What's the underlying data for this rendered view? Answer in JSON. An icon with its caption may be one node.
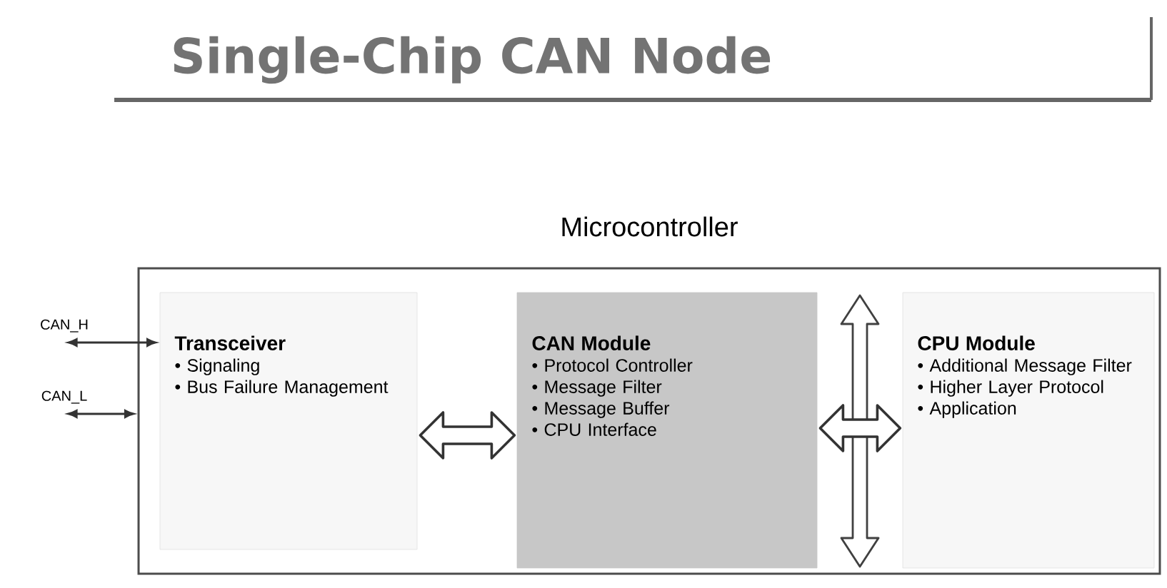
{
  "diagram": {
    "title": "Single-Chip CAN Node",
    "nodes": [
      {
        "text": [
          "Microcontroller"
        ]
      },
      {
        "text": [
          "Transceiver",
          "• Signaling",
          "• Bus Failure Management"
        ],
        "in": 0
      },
      {
        "text": [
          "CAN Module",
          "• Protocol Controller",
          "• Message Filter",
          "• Message Buffer",
          "• CPU Interface"
        ],
        "in": 0
      },
      {
        "text": [
          "CPU Module",
          "• Additional Message Filter",
          "• Higher Layer Protocol",
          "• Application"
        ],
        "in": 0
      },
      {
        "text": [
          "CAN_H"
        ]
      },
      {
        "text": [
          "CAN_L"
        ]
      }
    ],
    "edges": [
      {
        "from": 4,
        "to": 1,
        "arrow": "both"
      },
      {
        "from": 5,
        "to": 0,
        "arrow": "both"
      },
      {
        "from": 1,
        "to": 2,
        "arrow": "both",
        "style": "thick"
      },
      {
        "from": 2,
        "to": 3,
        "arrow": "both",
        "style": "thick"
      }
    ]
  }
}
